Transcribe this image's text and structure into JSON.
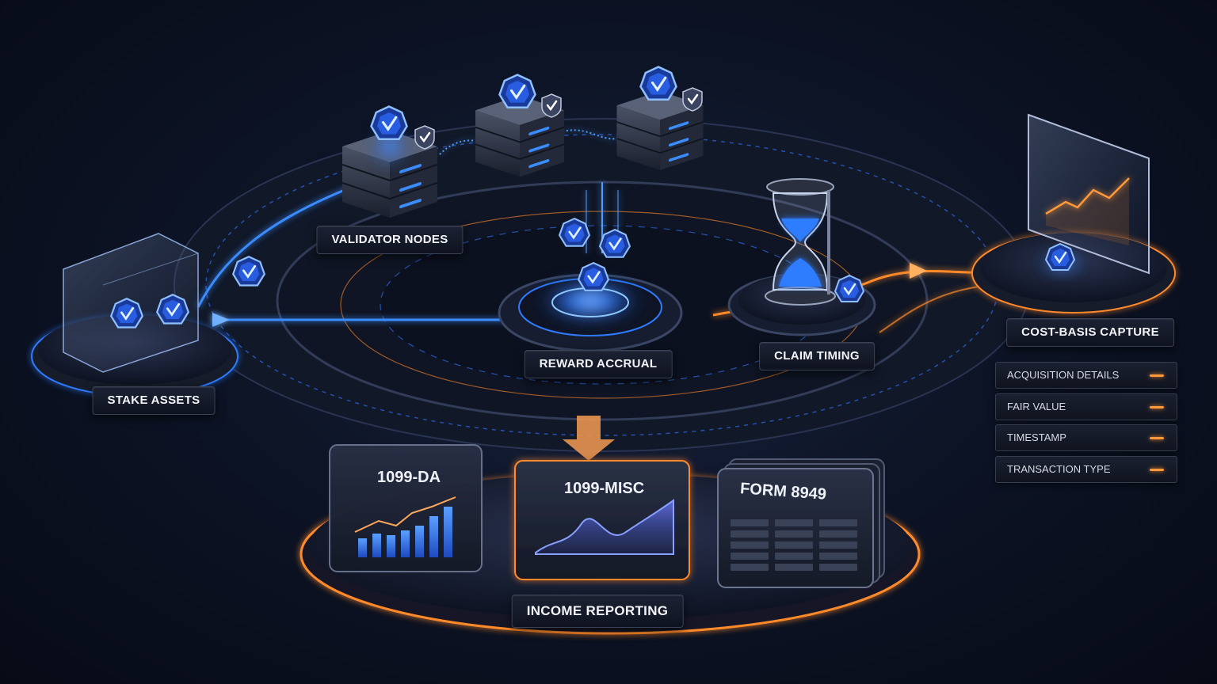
{
  "stages": {
    "stake_assets": "STAKE ASSETS",
    "validator_nodes": "VALIDATOR NODES",
    "reward_accrual": "REWARD ACCRUAL",
    "claim_timing": "CLAIM TIMING",
    "cost_basis_capture": "COST-BASIS CAPTURE",
    "income_reporting": "INCOME REPORTING"
  },
  "cost_basis_details": [
    "ACQUISITION DETAILS",
    "FAIR VALUE",
    "TIMESTAMP",
    "TRANSACTION TYPE"
  ],
  "forms": {
    "form1": "1099-DA",
    "form2": "1099-MISC",
    "form3": "FORM 8949"
  },
  "colors": {
    "blue_glow": "#2f7bff",
    "orange_glow": "#ff8a2a",
    "panel_dark": "#141a28"
  },
  "icons": [
    "token-check-icon",
    "shield-check-icon",
    "hourglass-icon",
    "server-stack-icon",
    "chart-monitor-icon"
  ]
}
